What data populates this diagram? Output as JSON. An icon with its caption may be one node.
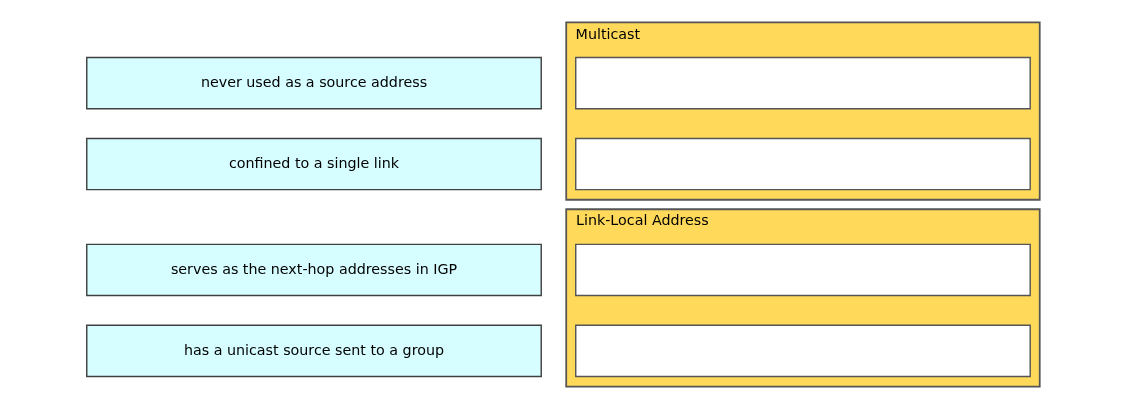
{
  "diagram": {
    "nodes": [
      {
        "text": [
          "serves as the next-hop addresses in IGP"
        ]
      },
      {
        "text": [
          "has a unicast source sent to a group"
        ]
      },
      {
        "text": [
          "never used as a source address"
        ]
      },
      {
        "text": [
          "confined to a single link"
        ]
      },
      {
        "text": [
          "Link-Local Address"
        ]
      },
      {
        "text": [],
        "shape": "box",
        "in": 4
      },
      {
        "text": [],
        "shape": "box",
        "in": 4
      },
      {
        "text": [
          "Multicast"
        ]
      },
      {
        "text": [],
        "shape": "box",
        "in": 7
      },
      {
        "text": [],
        "shape": "box",
        "in": 7
      }
    ]
  }
}
